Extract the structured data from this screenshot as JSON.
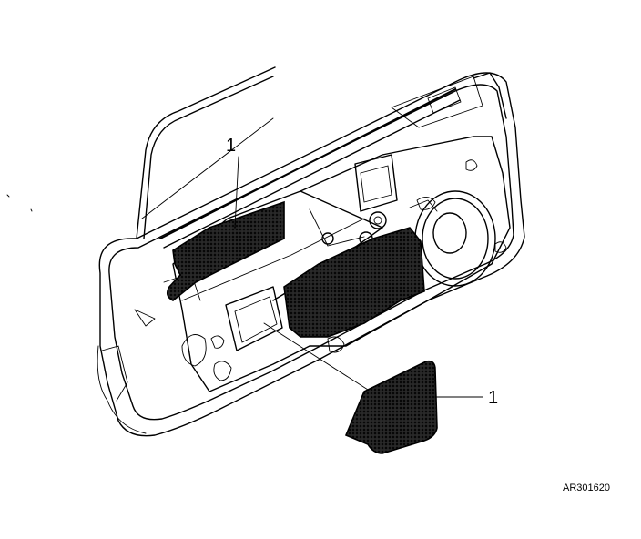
{
  "callouts": [
    {
      "label": "1"
    },
    {
      "label": "1"
    }
  ],
  "reference_code": "AR301620",
  "colors": {
    "ink": "#000000",
    "background": "#ffffff",
    "pad_fill": "#2a2a2a"
  }
}
